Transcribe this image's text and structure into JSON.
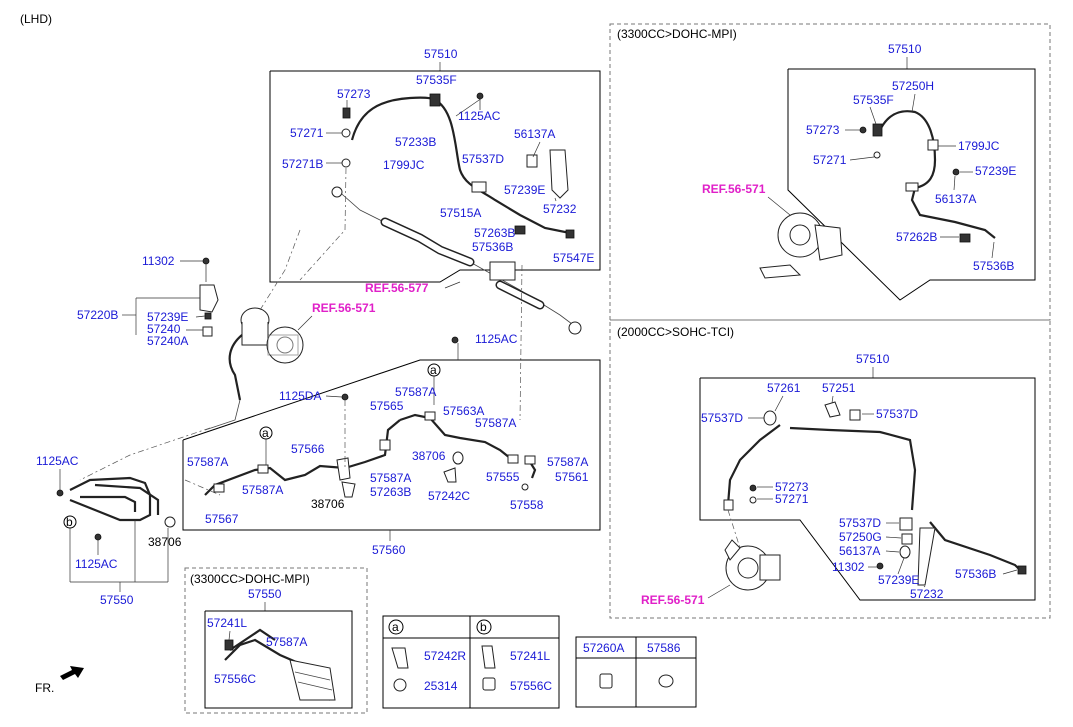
{
  "header": {
    "lhd": "(LHD)"
  },
  "ref_labels": {
    "ref_577": "REF.56-577",
    "ref_571_main": "REF.56-571",
    "ref_571_dohc": "REF.56-571",
    "ref_571_sohc": "REF.56-571"
  },
  "main_assembly": {
    "title": "57510",
    "labels": [
      "57535F",
      "57273",
      "1125AC",
      "57271",
      "57233B",
      "56137A",
      "57271B",
      "1799JC",
      "57537D",
      "57239E",
      "57232",
      "57515A",
      "57263B",
      "57536B",
      "57547E"
    ]
  },
  "left_parts": {
    "p11302": "11302",
    "p57220B": "57220B",
    "p57239E": "57239E",
    "p57240": "57240",
    "p57240A": "57240A"
  },
  "cooler_assembly": {
    "title": "57560",
    "labels": [
      "1125AC",
      "1125DA",
      "57587A",
      "57565",
      "57563A",
      "57587A",
      "57566",
      "38706",
      "57555",
      "57587A",
      "57561",
      "57587A",
      "57587A",
      "57587A",
      "57567",
      "38706",
      "57263B",
      "57242C",
      "57558"
    ],
    "callout_a1": "a",
    "callout_a2": "a"
  },
  "line_57550": {
    "p1125AC_top": "1125AC",
    "callout_b": "b",
    "p1125AC_bot": "1125AC",
    "p38706": "38706",
    "p57550": "57550"
  },
  "dohc_top": {
    "header": "(3300CC>DOHC-MPI)",
    "title": "57510",
    "labels": [
      "57250H",
      "57535F",
      "57273",
      "1799JC",
      "57271",
      "57239E",
      "56137A",
      "57262B",
      "57536B"
    ]
  },
  "sohc": {
    "header": "(2000CC>SOHC-TCI)",
    "title": "57510",
    "labels": [
      "57261",
      "57251",
      "57537D",
      "57537D",
      "57273",
      "57271",
      "57537D",
      "57250G",
      "56137A",
      "11302",
      "57239E",
      "57536B",
      "57232"
    ]
  },
  "dohc_bottom": {
    "header": "(3300CC>DOHC-MPI)",
    "title": "57550",
    "labels": [
      "57241L",
      "57587A",
      "57556C"
    ]
  },
  "legend_ab": {
    "a": "a",
    "b": "b",
    "a1": "57242R",
    "a2": "25314",
    "b1": "57241L",
    "b2": "57556C"
  },
  "legend_parts": {
    "p1": "57260A",
    "p2": "57586"
  },
  "footer": {
    "fr": "FR."
  },
  "colors": {
    "label": "#1a1ad6",
    "ref": "#e020c8",
    "line": "#000000"
  }
}
